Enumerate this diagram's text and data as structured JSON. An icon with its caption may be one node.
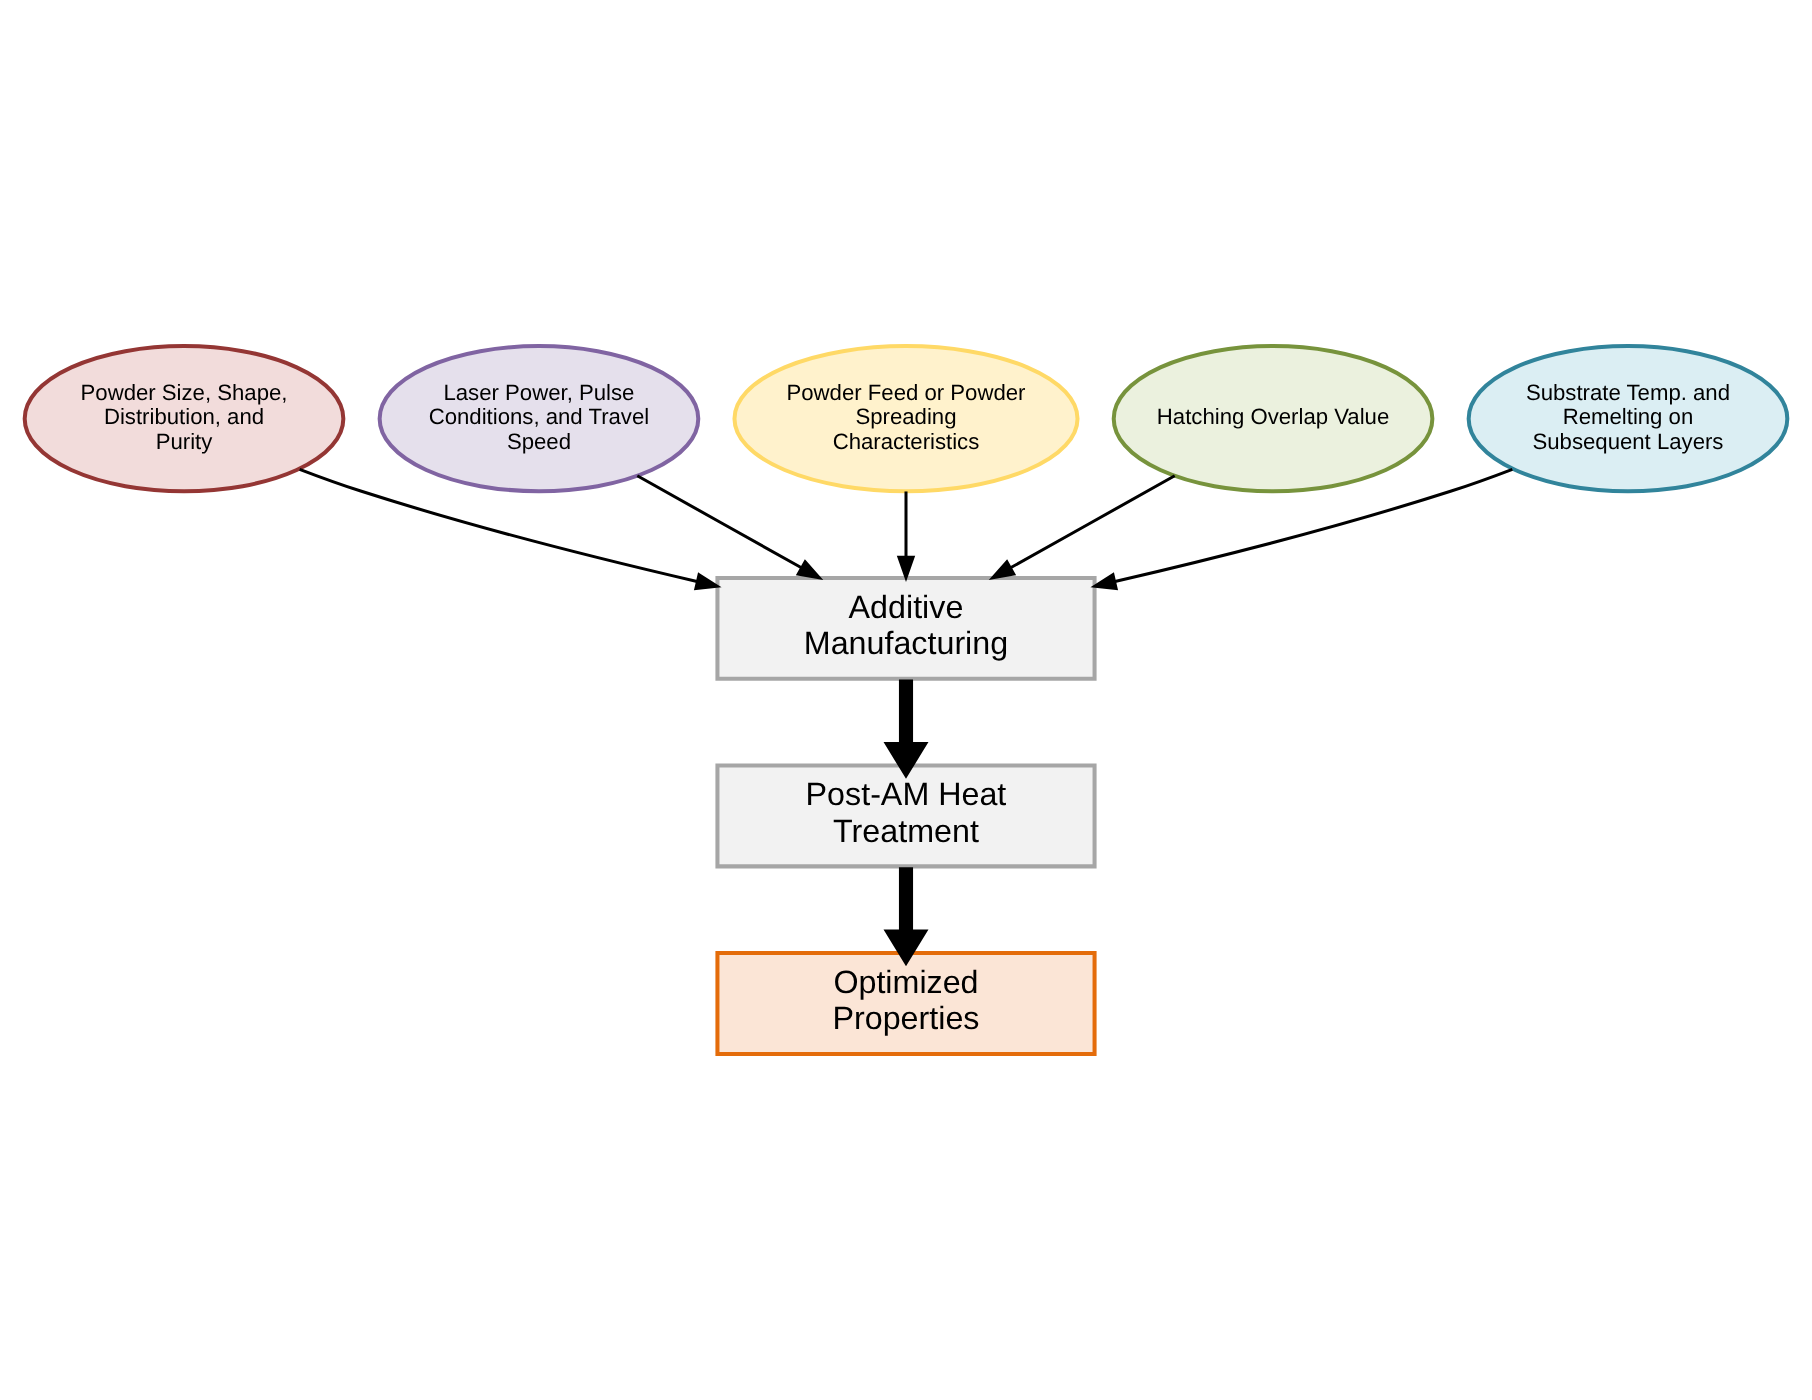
{
  "diagram": {
    "nodes": [
      {
        "text": [
          "Powder Size, Shape, Distribution, and Purity"
        ]
      },
      {
        "text": [
          "Laser Power, Pulse Conditions, and Travel Speed"
        ]
      },
      {
        "text": [
          "Powder Feed or Powder Spreading Characteristics"
        ]
      },
      {
        "text": [
          "Hatching Overlap Value"
        ]
      },
      {
        "text": [
          "Substrate Temp. and Remelting on Subsequent Layers"
        ]
      },
      {
        "text": [
          "Additive Manufacturing"
        ]
      },
      {
        "text": [
          "Post-AM Heat Treatment"
        ]
      },
      {
        "text": [
          "Optimized Properties"
        ]
      }
    ],
    "edges": [
      {
        "from": 0,
        "to": 5,
        "arrow": "to"
      },
      {
        "from": 1,
        "to": 5,
        "arrow": "to"
      },
      {
        "from": 2,
        "to": 5,
        "arrow": "to"
      },
      {
        "from": 3,
        "to": 5,
        "arrow": "to"
      },
      {
        "from": 4,
        "to": 5,
        "arrow": "to"
      },
      {
        "from": 5,
        "to": 6,
        "arrow": "to",
        "style": "thick"
      },
      {
        "from": 6,
        "to": 7,
        "arrow": "to",
        "style": "thick"
      }
    ]
  }
}
